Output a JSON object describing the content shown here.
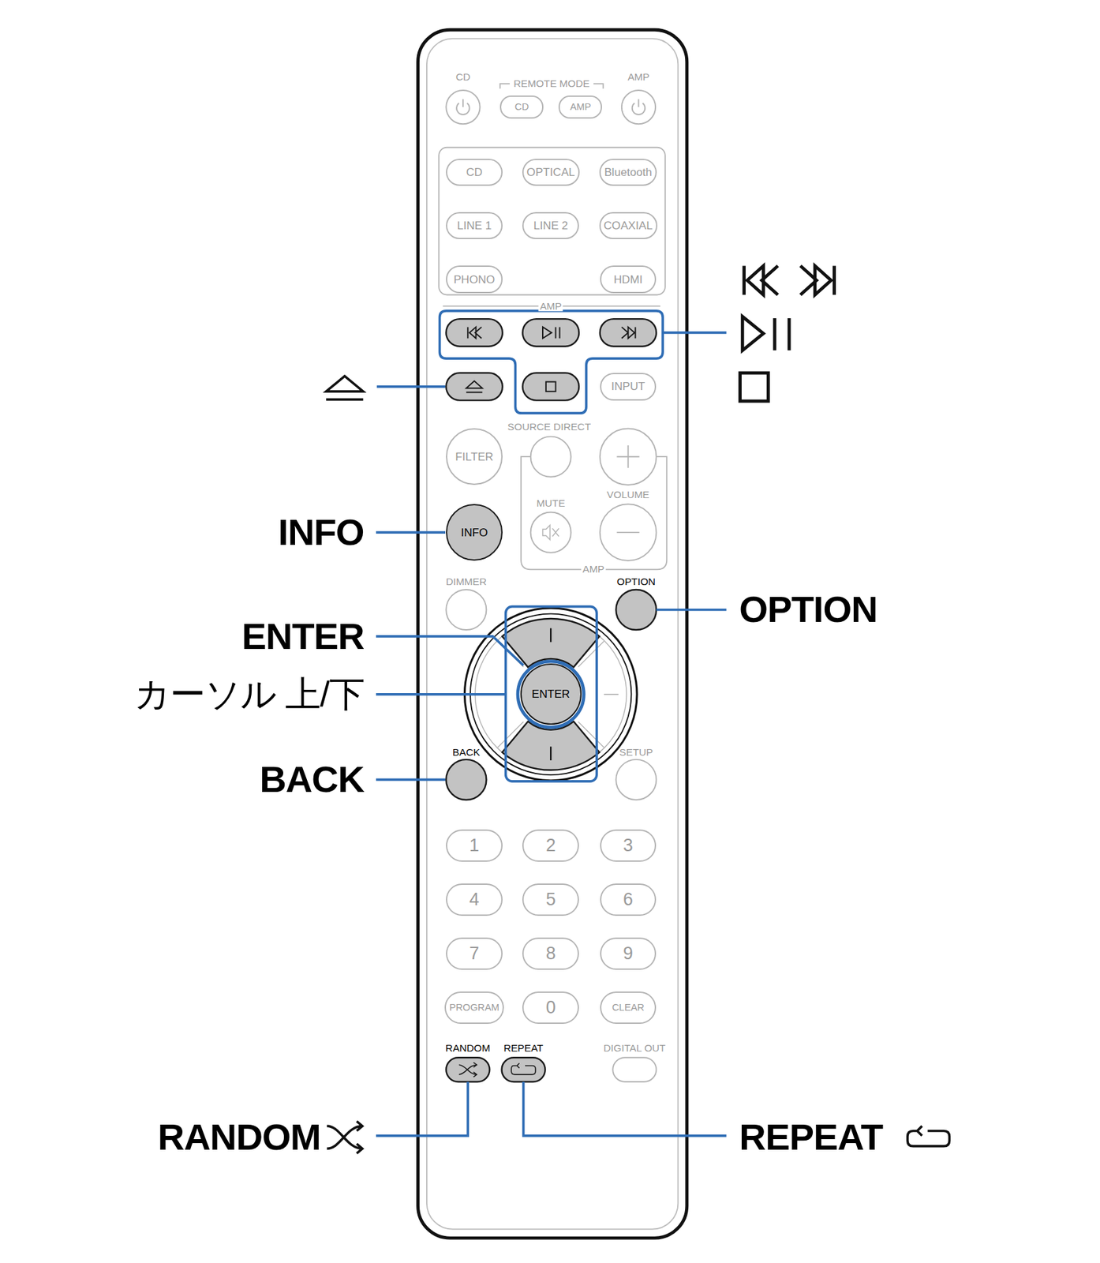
{
  "diagram": {
    "nodes": [
      {
        "text": [
          "CD"
        ]
      },
      {
        "text": [
          "AMP"
        ]
      },
      {
        "text": [
          "CD"
        ]
      },
      {
        "text": [
          "OPTICAL"
        ]
      },
      {
        "text": [
          "Bluetooth"
        ]
      },
      {
        "text": [
          "LINE 1"
        ]
      },
      {
        "text": [
          "LINE 2"
        ]
      },
      {
        "text": [
          "COAXIAL"
        ]
      },
      {
        "text": [
          "PHONO"
        ]
      },
      {
        "text": [
          "HDMI"
        ]
      },
      {
        "text": [
          "INPUT"
        ]
      },
      {
        "text": [
          "FILTER"
        ]
      },
      {
        "text": [
          "INFO"
        ]
      },
      {
        "text": [
          "ENTER"
        ]
      },
      {
        "text": [
          "1"
        ]
      },
      {
        "text": [
          "2"
        ]
      },
      {
        "text": [
          "3"
        ]
      },
      {
        "text": [
          "4"
        ]
      },
      {
        "text": [
          "5"
        ]
      },
      {
        "text": [
          "6"
        ]
      },
      {
        "text": [
          "7"
        ]
      },
      {
        "text": [
          "8"
        ]
      },
      {
        "text": [
          "9"
        ]
      },
      {
        "text": [
          "PROGRAM"
        ]
      },
      {
        "text": [
          "0"
        ]
      },
      {
        "text": [
          "CLEAR"
        ]
      }
    ],
    "labels": [
      "CD",
      "REMOTE MODE",
      "AMP",
      "AMP",
      "SOURCE DIRECT",
      "MUTE",
      "VOLUME",
      "AMP",
      "DIMMER",
      "OPTION",
      "SETUP",
      "BACK",
      "RANDOM",
      "REPEAT",
      "DIGITAL OUT",
      "INFO",
      "OPTION",
      "ENTER",
      "カーソル 上/下",
      "BACK",
      "RANDOM",
      "REPEAT"
    ]
  }
}
